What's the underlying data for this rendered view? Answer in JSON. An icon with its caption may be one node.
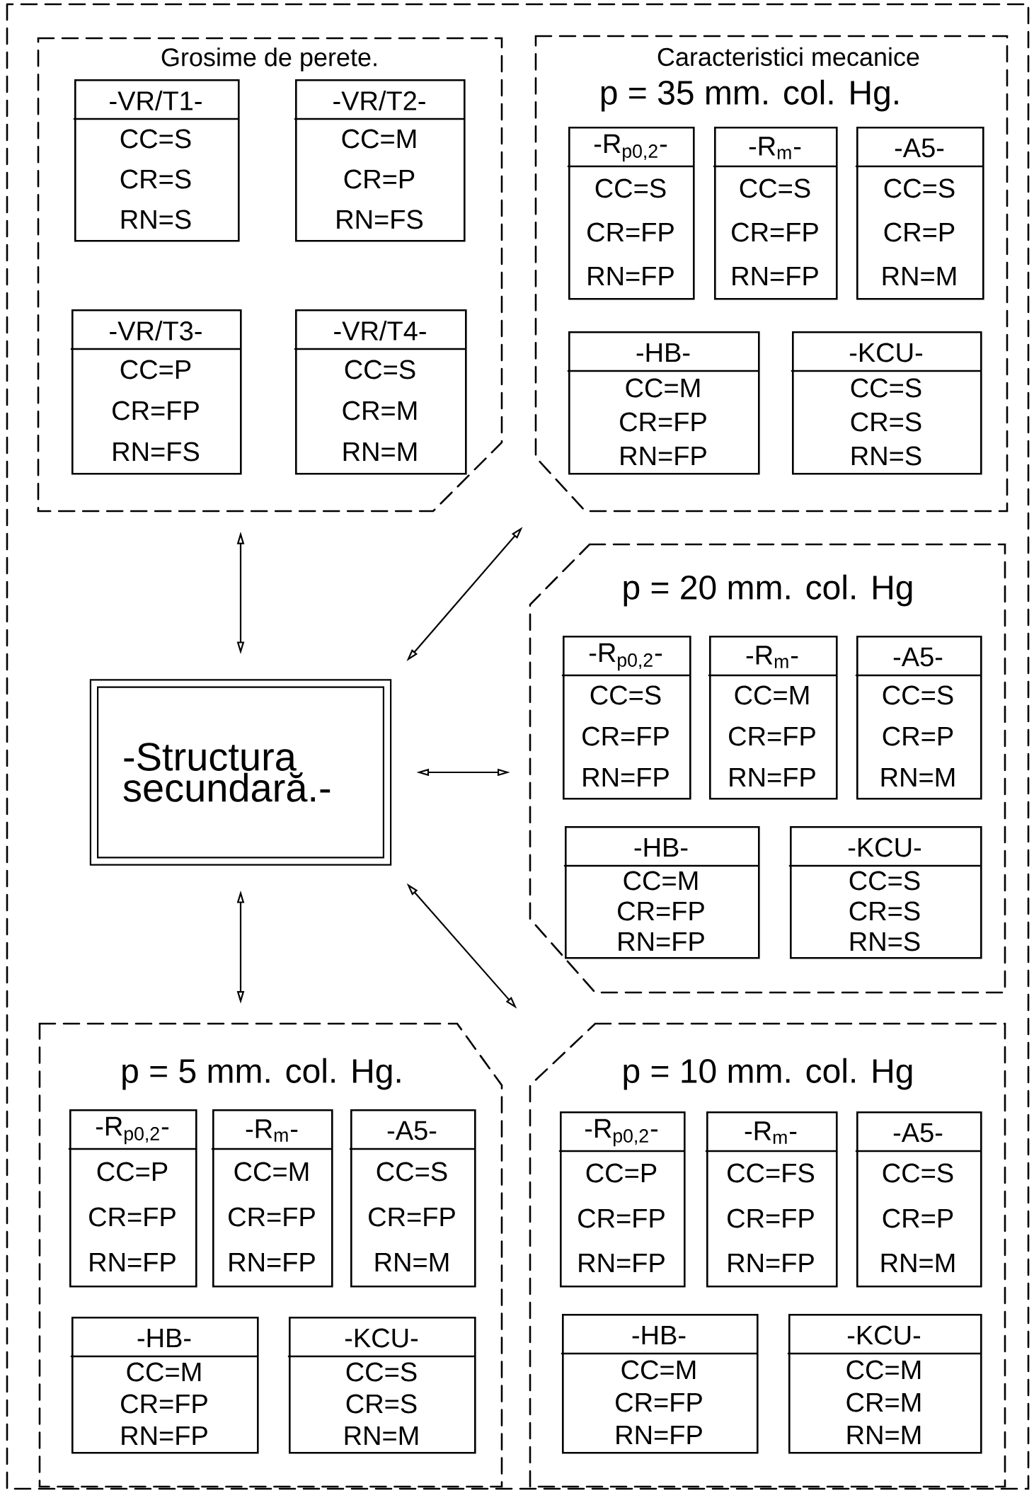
{
  "diagram": {
    "nodes": [
      {
        "text": [
          "Grosime de perete."
        ]
      },
      {
        "text": [
          "-VR/T1-",
          "CC=S",
          "CR=S",
          "RN=S"
        ],
        "in": 0
      },
      {
        "text": [
          "-VR/T2-",
          "CC=M",
          "CR=P",
          "RN=FS"
        ],
        "in": 0
      },
      {
        "text": [
          "-VR/T3-",
          "CC=P",
          "CR=FP",
          "RN=FS"
        ],
        "in": 0
      },
      {
        "text": [
          "-VR/T4-",
          "CC=S",
          "CR=M",
          "RN=M"
        ],
        "in": 0
      },
      {
        "text": [
          "Caracteristici mecanice",
          "p = 35 mm. col. Hg."
        ]
      },
      {
        "text": [
          "-R$_{p0,2}$-",
          "CC=S",
          "CR=FP",
          "RN=FP"
        ],
        "in": 5
      },
      {
        "text": [
          "-R$_{m}$-",
          "CC=S",
          "CR=FP",
          "RN=FP"
        ],
        "in": 5
      },
      {
        "text": [
          "-A5-",
          "CC=S",
          "CR=P",
          "RN=M"
        ],
        "in": 5
      },
      {
        "text": [
          "-HB-",
          "CC=M",
          "CR=FP",
          "RN=FP"
        ],
        "in": 5
      },
      {
        "text": [
          "-KCU-",
          "CC=S",
          "CR=S",
          "RN=S"
        ],
        "in": 5
      },
      {
        "text": [
          "-Structura secundară.-"
        ]
      },
      {
        "text": [
          "p = 20 mm. col. Hg"
        ]
      },
      {
        "text": [
          "-R$_{p0,2}$-",
          "CC=S",
          "CR=FP",
          "RN=FP"
        ],
        "in": 12
      },
      {
        "text": [
          "-R$_{m}$-",
          "CC=M",
          "CR=FP",
          "RN=FP"
        ],
        "in": 12
      },
      {
        "text": [
          "-A5-",
          "CC=S",
          "CR=P",
          "RN=M"
        ],
        "in": 12
      },
      {
        "text": [
          "-HB-",
          "CC=M",
          "CR=FP",
          "RN=FP"
        ],
        "in": 12
      },
      {
        "text": [
          "-KCU-",
          "CC=S",
          "CR=S",
          "RN=S"
        ],
        "in": 12
      },
      {
        "text": [
          "p = 5 mm. col. Hg."
        ]
      },
      {
        "text": [
          "-R$_{p0,2}$-",
          "CC=P",
          "CR=FP",
          "RN=FP"
        ],
        "in": 18
      },
      {
        "text": [
          "-R$_{m}$-",
          "CC=M",
          "CR=FP",
          "RN=FP"
        ],
        "in": 18
      },
      {
        "text": [
          "-A5-",
          "CC=S",
          "CR=FP",
          "RN=M"
        ],
        "in": 18
      },
      {
        "text": [
          "-HB-",
          "CC=M",
          "CR=FP",
          "RN=FP"
        ],
        "in": 18
      },
      {
        "text": [
          "-KCU-",
          "CC=S",
          "CR=S",
          "RN=M"
        ],
        "in": 18
      },
      {
        "text": [
          "p = 10 mm. col. Hg"
        ]
      },
      {
        "text": [
          "-R$_{p0,2}$-",
          "CC=P",
          "CR=FP",
          "RN=FP"
        ],
        "in": 24
      },
      {
        "text": [
          "-R$_{m}$-",
          "CC=FS",
          "CR=FP",
          "RN=FP"
        ],
        "in": 24
      },
      {
        "text": [
          "-A5-",
          "CC=S",
          "CR=P",
          "RN=M"
        ],
        "in": 24
      },
      {
        "text": [
          "-HB-",
          "CC=M",
          "CR=FP",
          "RN=FP"
        ],
        "in": 24
      },
      {
        "text": [
          "-KCU-",
          "CC=M",
          "CR=M",
          "RN=M"
        ],
        "in": 24
      }
    ],
    "edges": [
      {
        "from": 11,
        "to": 0,
        "arrow": "both"
      },
      {
        "from": 11,
        "to": 5,
        "arrow": "both"
      },
      {
        "from": 11,
        "to": 12,
        "arrow": "both"
      },
      {
        "from": 11,
        "to": 18,
        "arrow": "both"
      },
      {
        "from": 11,
        "to": 24,
        "arrow": "both"
      }
    ]
  }
}
